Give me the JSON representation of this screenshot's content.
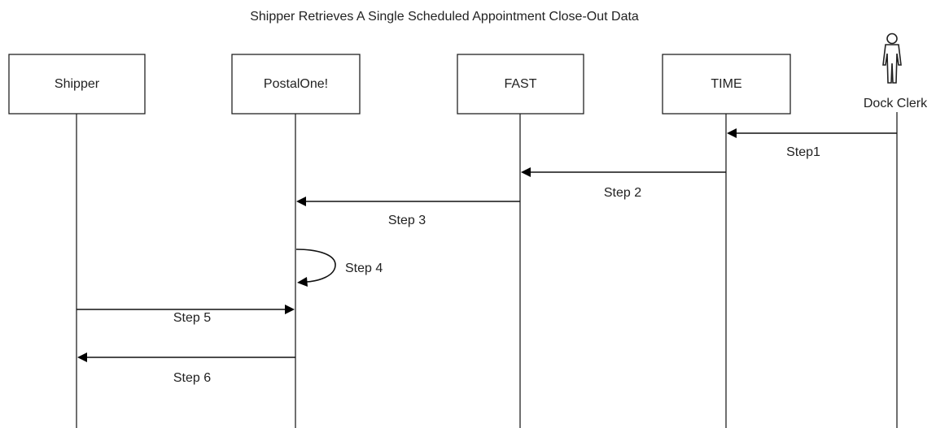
{
  "title": "Shipper Retrieves A Single Scheduled Appointment Close-Out Data",
  "participants": [
    {
      "id": "shipper",
      "label": "Shipper",
      "kind": "box"
    },
    {
      "id": "postalone",
      "label": "PostalOne!",
      "kind": "box"
    },
    {
      "id": "fast",
      "label": "FAST",
      "kind": "box"
    },
    {
      "id": "time",
      "label": "TIME",
      "kind": "box"
    },
    {
      "id": "dock-clerk",
      "label": "Dock Clerk",
      "kind": "actor"
    }
  ],
  "messages": [
    {
      "label": "Step1",
      "from": "dock-clerk",
      "to": "time"
    },
    {
      "label": "Step 2",
      "from": "time",
      "to": "fast"
    },
    {
      "label": "Step 3",
      "from": "fast",
      "to": "postalone"
    },
    {
      "label": "Step 4",
      "from": "postalone",
      "to": "postalone"
    },
    {
      "label": "Step 5",
      "from": "shipper",
      "to": "postalone"
    },
    {
      "label": "Step 6",
      "from": "postalone",
      "to": "shipper"
    }
  ]
}
